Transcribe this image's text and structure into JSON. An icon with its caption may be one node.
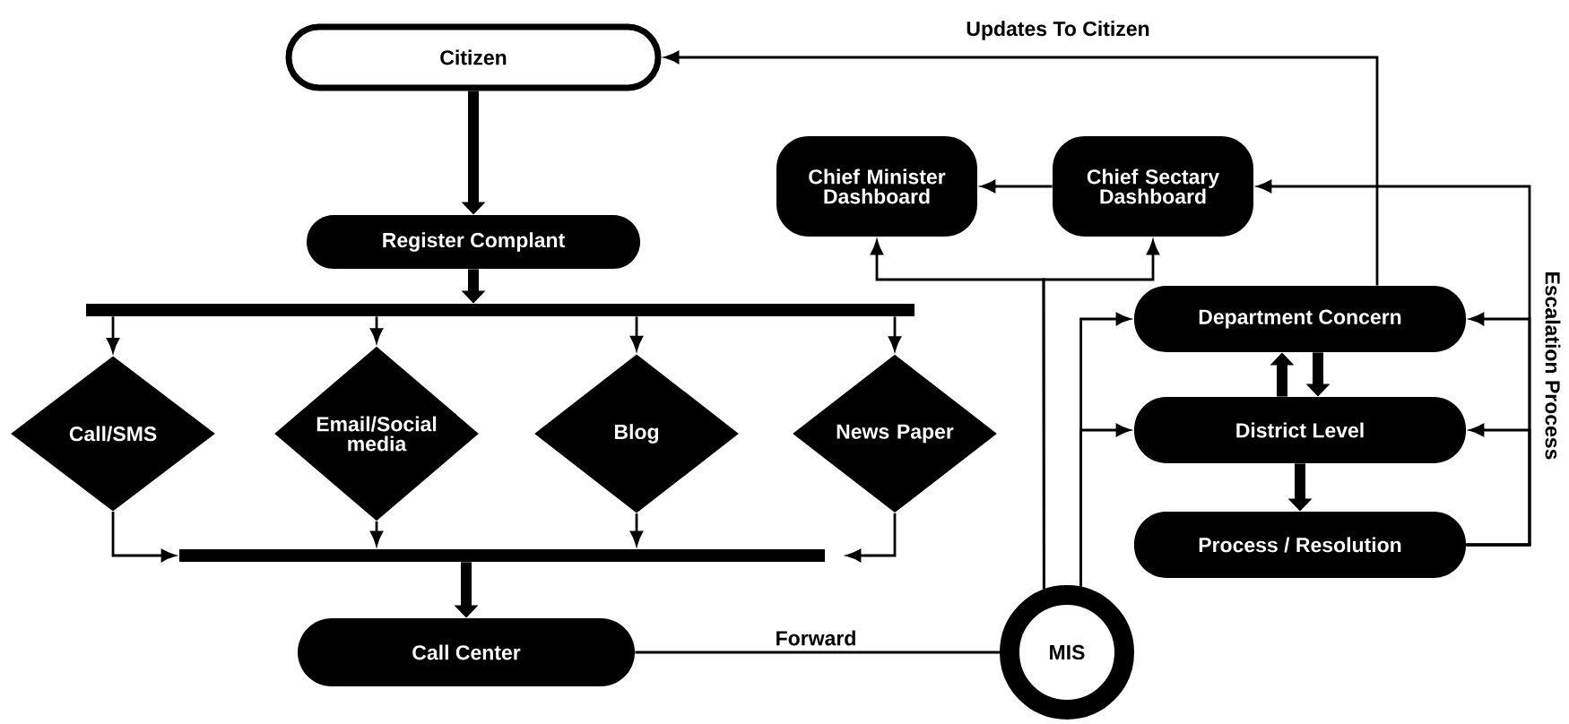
{
  "diagram": {
    "nodes": [
      {
        "text": [
          "Citizen"
        ]
      },
      {
        "text": [
          "Register Complant"
        ]
      },
      {
        "text": [],
        "shape": "bar"
      },
      {
        "text": [
          "Call/SMS"
        ]
      },
      {
        "text": [
          "Email/Social media"
        ]
      },
      {
        "text": [
          "Blog"
        ]
      },
      {
        "text": [
          "News Paper"
        ]
      },
      {
        "text": [],
        "shape": "bar"
      },
      {
        "text": [
          "Call Center"
        ]
      },
      {
        "text": [
          "MIS"
        ]
      },
      {
        "text": [
          "Chief Minister Dashboard"
        ]
      },
      {
        "text": [
          "Chief Sectary Dashboard"
        ]
      },
      {
        "text": [
          "Department Concern"
        ]
      },
      {
        "text": [
          "District Level"
        ]
      },
      {
        "text": [
          "Process / Resolution"
        ]
      }
    ],
    "edges": [
      {
        "from": 0,
        "to": 1,
        "arrow": "to",
        "style": "thick"
      },
      {
        "from": 1,
        "to": 2,
        "arrow": "to",
        "style": "thick"
      },
      {
        "from": 2,
        "to": 3,
        "arrow": "to"
      },
      {
        "from": 2,
        "to": 4,
        "arrow": "to"
      },
      {
        "from": 2,
        "to": 5,
        "arrow": "to"
      },
      {
        "from": 2,
        "to": 6,
        "arrow": "to"
      },
      {
        "from": 3,
        "to": 7,
        "arrow": "to"
      },
      {
        "from": 4,
        "to": 7,
        "arrow": "to"
      },
      {
        "from": 5,
        "to": 7,
        "arrow": "to"
      },
      {
        "from": 6,
        "to": 7,
        "arrow": "to"
      },
      {
        "from": 7,
        "to": 8,
        "arrow": "to",
        "style": "thick"
      },
      {
        "from": 8,
        "to": 9,
        "arrow": "none",
        "label": "Forward"
      },
      {
        "from": 9,
        "to": 10,
        "arrow": "to"
      },
      {
        "from": 9,
        "to": 11,
        "arrow": "to"
      },
      {
        "from": 9,
        "to": 12,
        "arrow": "to"
      },
      {
        "from": 9,
        "to": 13,
        "arrow": "to"
      },
      {
        "from": 11,
        "to": 10,
        "arrow": "to"
      },
      {
        "from": 12,
        "to": 0,
        "arrow": "to",
        "label": "Updates To Citizen"
      },
      {
        "from": 12,
        "to": 13,
        "arrow": "to",
        "style": "thick"
      },
      {
        "from": 13,
        "to": 12,
        "arrow": "to",
        "style": "thick"
      },
      {
        "from": 13,
        "to": 14,
        "arrow": "to",
        "style": "thick"
      },
      {
        "from": 14,
        "to": 12,
        "arrow": "to",
        "label": "Escalation Process"
      },
      {
        "from": 14,
        "to": 13,
        "arrow": "to"
      },
      {
        "from": 14,
        "to": 11,
        "arrow": "to"
      }
    ]
  }
}
